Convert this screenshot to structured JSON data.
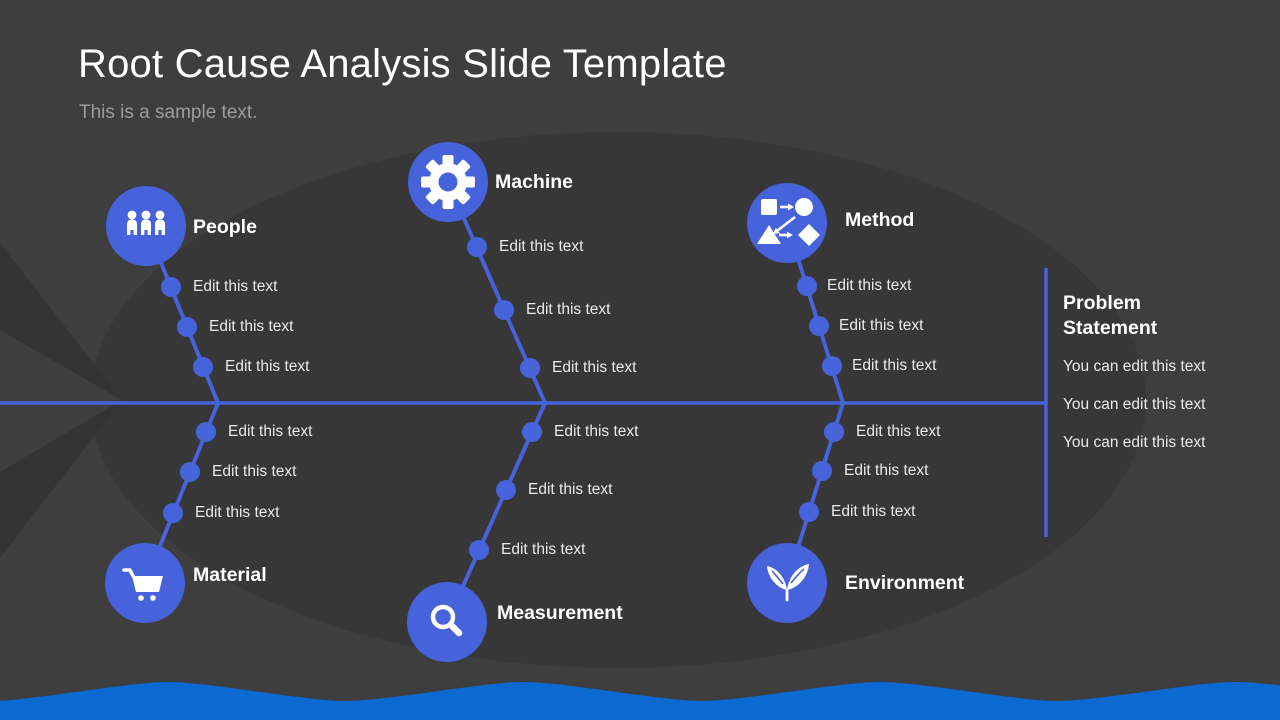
{
  "slide": {
    "title": "Root Cause Analysis Slide Template",
    "subtitle": "This is a sample text."
  },
  "categories": [
    {
      "label": "People",
      "icon": "people-icon",
      "items": [
        "Edit this text",
        "Edit this text",
        "Edit this text"
      ]
    },
    {
      "label": "Machine",
      "icon": "gear-icon",
      "items": [
        "Edit this text",
        "Edit this text",
        "Edit this text"
      ]
    },
    {
      "label": "Method",
      "icon": "flowchart-icon",
      "items": [
        "Edit this text",
        "Edit this text",
        "Edit this text"
      ]
    },
    {
      "label": "Material",
      "icon": "shopping-cart-icon",
      "items": [
        "Edit this text",
        "Edit this text",
        "Edit this text"
      ]
    },
    {
      "label": "Measurement",
      "icon": "magnifier-icon",
      "items": [
        "Edit this text",
        "Edit this text",
        "Edit this text"
      ]
    },
    {
      "label": "Environment",
      "icon": "plant-icon",
      "items": [
        "Edit this text",
        "Edit this text",
        "Edit this text"
      ]
    }
  ],
  "problem_statement": {
    "title": "Problem Statement",
    "lines": [
      "You can edit this text",
      "You can edit this text",
      "You can edit this text"
    ]
  },
  "colors": {
    "accent": "#4663DB",
    "wave": "#0B69D2",
    "background": "#3E3E3E",
    "fish_body": "#373737",
    "fish_tail": "#343434",
    "title_text": "#FFFFFF",
    "subtitle_text": "#9C9C9C",
    "body_text": "#EAEAEA"
  }
}
